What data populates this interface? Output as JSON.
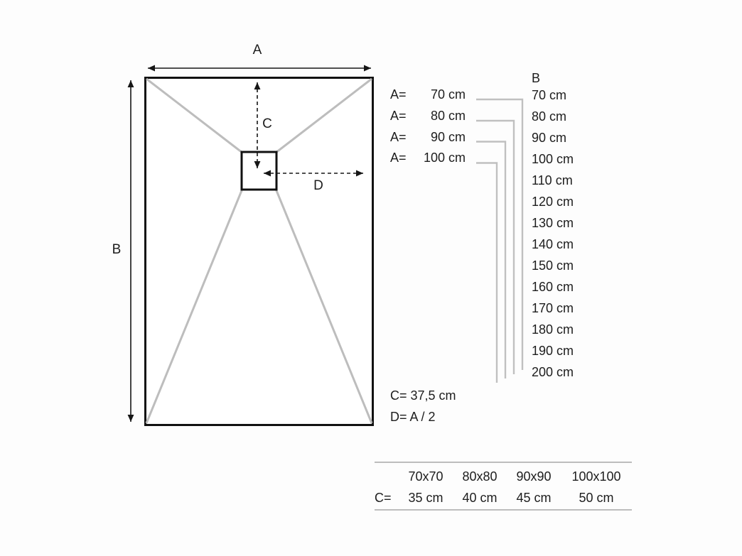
{
  "colors": {
    "outline_black": "#161616",
    "line_gray": "#bdbdbd",
    "text": "#1d1d1d",
    "background": "#fdfdfd"
  },
  "diagram": {
    "width_label": "A",
    "height_label": "B",
    "drain_offset_label": "C",
    "drain_side_label": "D"
  },
  "a_options": [
    {
      "prefix": "A=",
      "value": "70 cm"
    },
    {
      "prefix": "A=",
      "value": "80 cm"
    },
    {
      "prefix": "A=",
      "value": "90 cm"
    },
    {
      "prefix": "A=",
      "value": "100 cm"
    }
  ],
  "b_column": {
    "header": "B",
    "values": [
      "70 cm",
      "80 cm",
      "90 cm",
      "100 cm",
      "110 cm",
      "120 cm",
      "130 cm",
      "140 cm",
      "150 cm",
      "160 cm",
      "170 cm",
      "180 cm",
      "190 cm",
      "200 cm"
    ]
  },
  "formulas": {
    "c": "C= 37,5 cm",
    "d": "D= A / 2"
  },
  "square_sizes_table": {
    "row_label": "C=",
    "columns": [
      "70x70",
      "80x80",
      "90x90",
      "100x100"
    ],
    "values": [
      "35 cm",
      "40 cm",
      "45 cm",
      "50 cm"
    ]
  }
}
